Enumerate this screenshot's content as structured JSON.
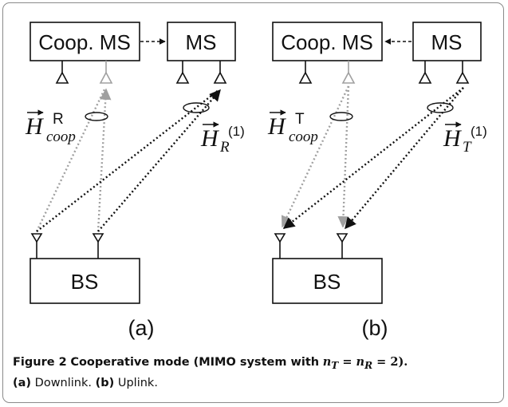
{
  "diagram": {
    "panels": [
      {
        "id": "a",
        "label": "(a)",
        "coop_ms_label": "Coop. MS",
        "ms_label": "MS",
        "bs_label": "BS",
        "channel_symbol": "H",
        "channel_coop_sub": "coop",
        "channel_coop_sup": "R",
        "channel_ms_sub": "R",
        "channel_ms_sup": "(1)",
        "direction": "downlink"
      },
      {
        "id": "b",
        "label": "(b)",
        "coop_ms_label": "Coop. MS",
        "ms_label": "MS",
        "bs_label": "BS",
        "channel_symbol": "H",
        "channel_coop_sub": "coop",
        "channel_coop_sup": "T",
        "channel_ms_sub": "T",
        "channel_ms_sup": "(1)",
        "direction": "uplink"
      }
    ],
    "colors": {
      "black_link": "#111111",
      "gray_link": "#a0a0a0",
      "frame": "#8a8a8a"
    }
  },
  "caption": {
    "figure_label": "Figure 2",
    "title_before": "Cooperative mode (MIMO system with",
    "formula_nt": "n",
    "formula_nt_sub": "T",
    "formula_eq": " = ",
    "formula_nr": "n",
    "formula_nr_sub": "R",
    "formula_rhs": " = 2).",
    "item_a_label": "(a)",
    "item_a_text": "Downlink.",
    "item_b_label": "(b)",
    "item_b_text": "Uplink."
  }
}
